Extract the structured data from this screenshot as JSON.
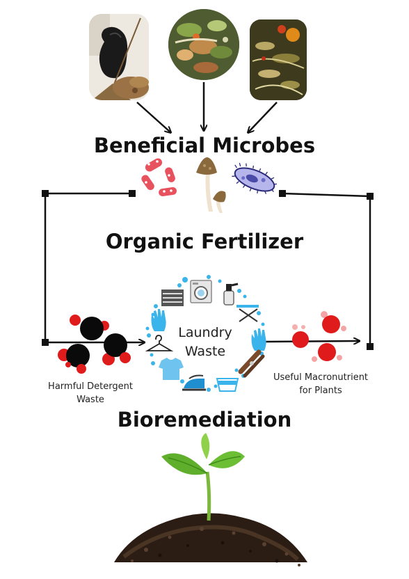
{
  "headings": {
    "microbes": "Beneficial Microbes",
    "fertilizer": "Organic Fertilizer",
    "bioremediation": "Bioremediation"
  },
  "center": {
    "line1": "Laundry",
    "line2": "Waste"
  },
  "labels": {
    "harmful_line1": "Harmful Detergent",
    "harmful_line2": "Waste",
    "useful_line1": "Useful Macronutrient",
    "useful_line2": "for Plants"
  },
  "images": {
    "waste_1": "leaves-and-trash-bag-photo",
    "waste_2": "food-scraps-compost-photo",
    "waste_3": "dry-organic-waste-photo",
    "plant": "seedling-in-soil-photo"
  },
  "colors": {
    "arrow": "#111111",
    "harmful_molecule": "#0a0a0a",
    "molecule_red": "#e01b1b",
    "laundry_blue": "#3ab4ea"
  }
}
